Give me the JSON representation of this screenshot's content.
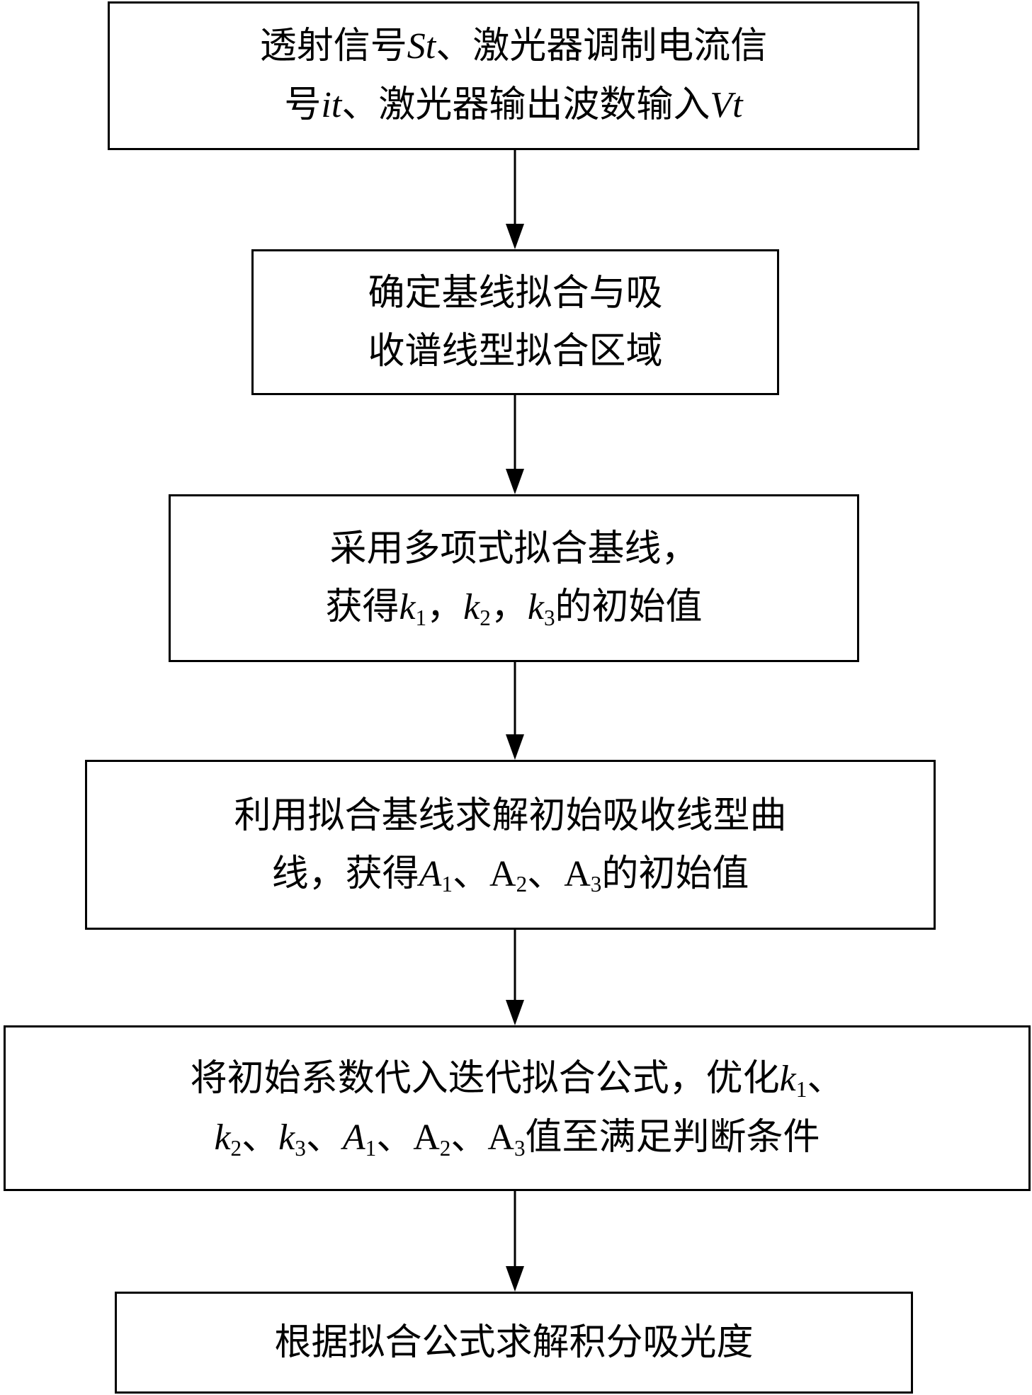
{
  "flowchart": {
    "step1": {
      "p1": "透射信号",
      "St": "St",
      "p2": "、激光器调制电流信",
      "p3": "号",
      "it": "it",
      "p4": "、激光器输出波数输入",
      "Vt": "Vt"
    },
    "step2": {
      "line1": "确定基线拟合与吸",
      "line2": "收谱线型拟合区域"
    },
    "step3": {
      "line1": "采用多项式拟合基线，",
      "p1": "获得",
      "k": "k",
      "s1": "1",
      "comma": "，",
      "s2": "2",
      "s3": "3",
      "p2": "的初始值"
    },
    "step4": {
      "line1": "利用拟合基线求解初始吸收线型曲",
      "p1": "线，获得",
      "A_italic": "A",
      "s1": "1",
      "sep": "、",
      "A_roman": "A",
      "s2": "2",
      "s3": "3",
      "p2": "的初始值"
    },
    "step5": {
      "p1": "将初始系数代入迭代拟合公式，优化",
      "k": "k",
      "A_italic": "A",
      "A_roman": "A",
      "s1": "1",
      "s2": "2",
      "s3": "3",
      "sep": "、",
      "p2": "值至满足判断条件"
    },
    "step6": {
      "line1": "根据拟合公式求解积分吸光度"
    }
  }
}
